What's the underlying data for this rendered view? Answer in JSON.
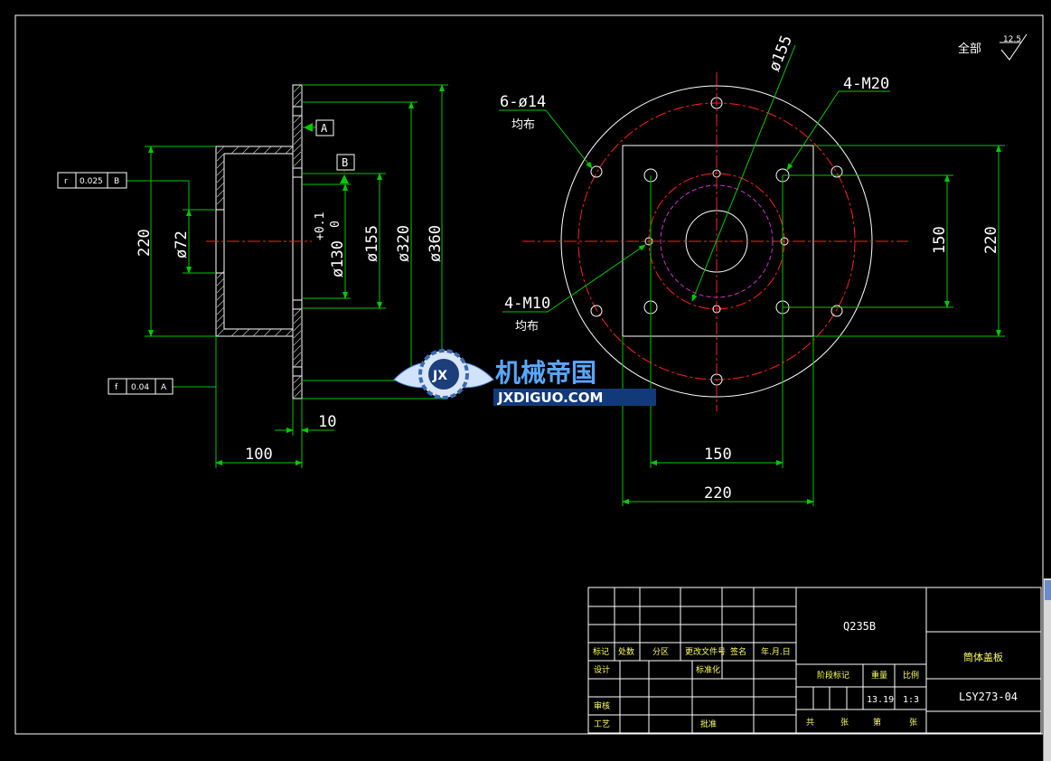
{
  "drawing": {
    "background": "#000000",
    "line_color": "#ffffff",
    "dim_color": "#00c800",
    "center_color": "#ff2020",
    "hidden_color": "#cc33cc"
  },
  "roughness": {
    "label": "全部",
    "value": "12.5"
  },
  "side_view": {
    "dims": {
      "d360": "ø360",
      "d320": "ø320",
      "d155": "ø155",
      "d130": "ø130",
      "d130_tol_up": "+0.1",
      "d130_tol_low": "0",
      "d72": "ø72",
      "h220": "220",
      "w100": "100",
      "w10": "10"
    },
    "datums": {
      "a": "A",
      "b": "B"
    },
    "tolerances": [
      {
        "symbol": "r",
        "value": "0.025",
        "datum": "B"
      },
      {
        "symbol": "f",
        "value": "0.04",
        "datum": "A"
      }
    ]
  },
  "front_view": {
    "dims": {
      "d155": "ø155",
      "holes_6": "6-ø14",
      "holes_6_note": "均布",
      "thread_m20": "4-M20",
      "thread_m10": "4-M10",
      "thread_m10_note": "均布",
      "w150": "150",
      "w220": "220",
      "h150": "150",
      "h220": "220"
    }
  },
  "watermark": {
    "cn": "机械帝国",
    "en": "JXDIGUO.COM",
    "logo": "JX"
  },
  "title_block": {
    "material": "Q235B",
    "part_name": "筒体盖板",
    "drawing_no": "LSY273-04",
    "weight": "13.19",
    "scale": "1:3",
    "headers": [
      "标记",
      "处数",
      "分区",
      "更改文件号",
      "签名",
      "年.月.日"
    ],
    "designer_label": "设计",
    "standardize_label": "标准化",
    "review_label": "审核",
    "process_label": "工艺",
    "approve_label": "批准",
    "stage_label": "阶段标记",
    "weight_label": "重量",
    "scale_label": "比例",
    "sheet_labels": [
      "共",
      "张",
      "第",
      "张"
    ]
  }
}
